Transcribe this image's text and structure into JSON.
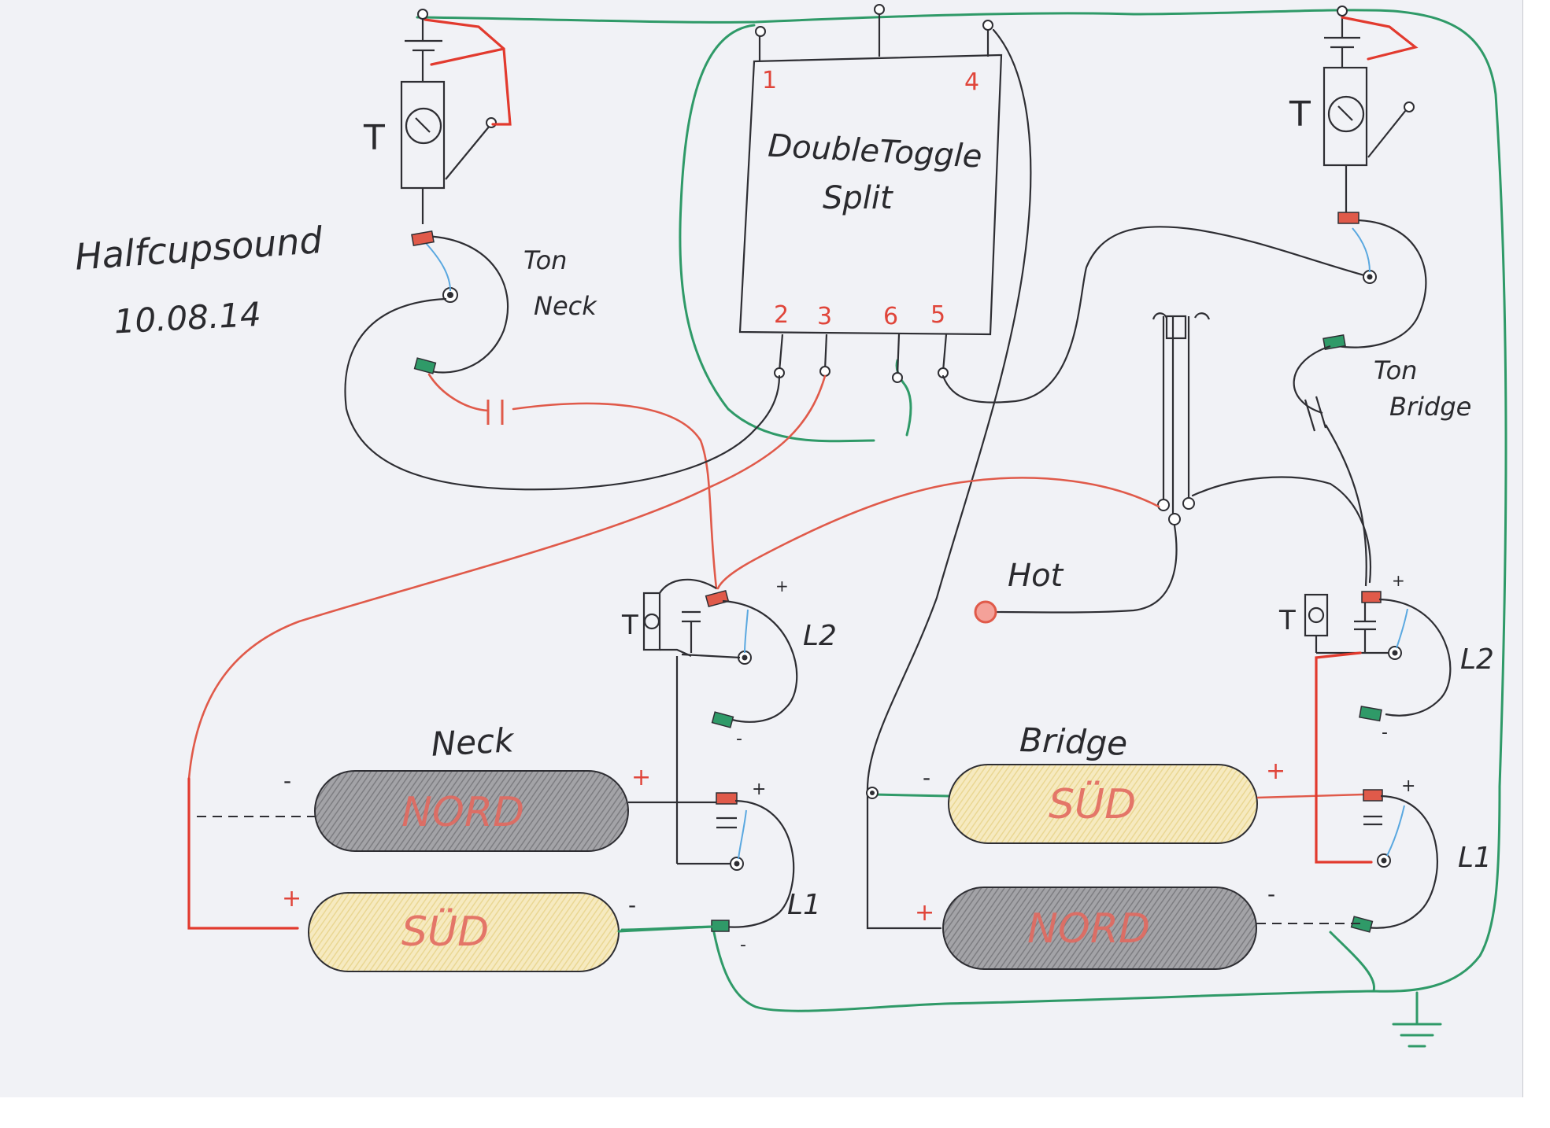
{
  "title": {
    "line1": "Halfcupsound",
    "line2": "10.08.14"
  },
  "switch": {
    "name_line1": "DoubleToggle",
    "name_line2": "Split",
    "pins": [
      "1",
      "4",
      "2",
      "3",
      "6",
      "5"
    ]
  },
  "pots": {
    "tone_neck": {
      "label_line1": "Ton",
      "label_line2": "Neck"
    },
    "tone_bridge": {
      "label_line1": "Ton",
      "label_line2": "Bridge"
    },
    "switch_letter_left": "T",
    "switch_letter_right": "T"
  },
  "jack": {
    "hot_label": "Hot"
  },
  "neck": {
    "label": "Neck",
    "coil_top": "NORD",
    "coil_bottom": "SÜD",
    "l2": "L2",
    "l1": "L1",
    "t_small": "T"
  },
  "bridge": {
    "label": "Bridge",
    "coil_top": "SÜD",
    "coil_bottom": "NORD",
    "l2": "L2",
    "l1": "L1",
    "t_small": "T"
  },
  "polarity": {
    "plus": "+",
    "minus": "-"
  },
  "colors": {
    "paper": "#f1f2f6",
    "ink": "#2e2e33",
    "green_wire": "#2f9a68",
    "red_wire": "#e05a4a",
    "north_coil": "#8f8f93",
    "south_coil": "#f3e2a6"
  }
}
